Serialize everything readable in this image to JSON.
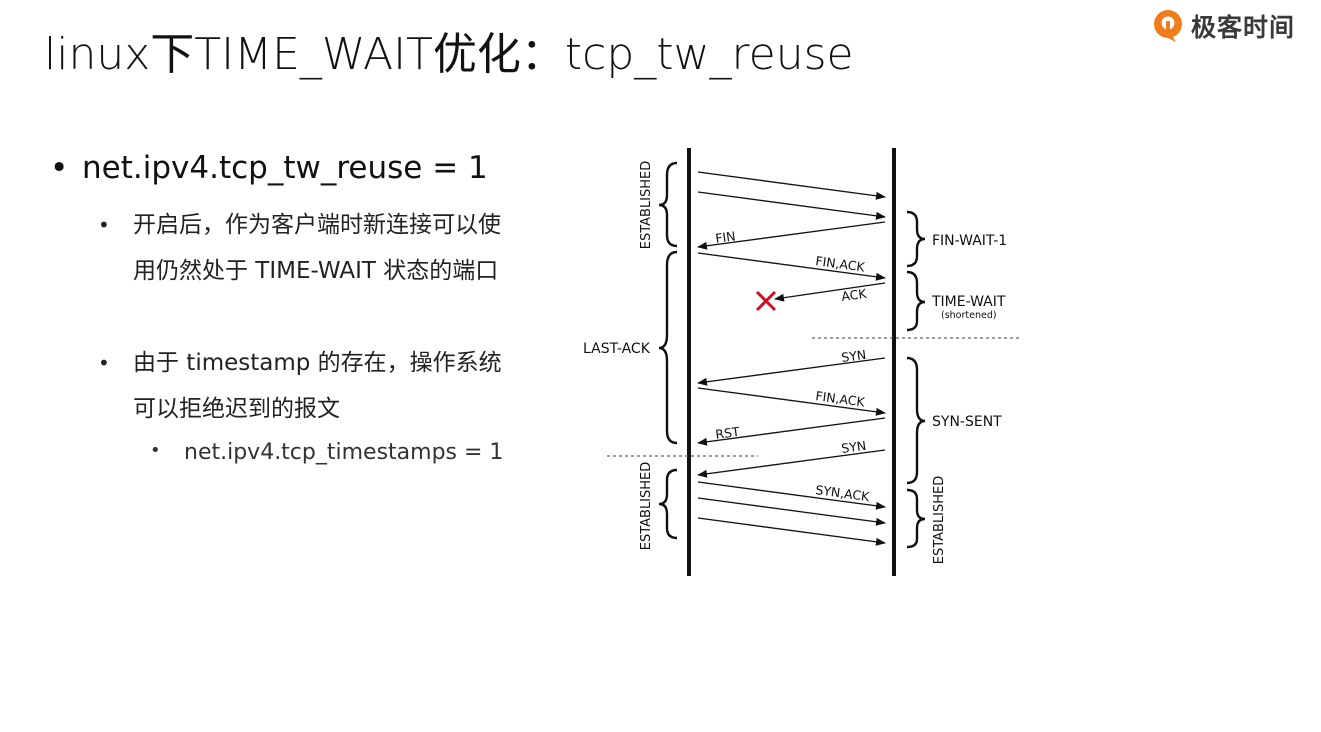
{
  "slide": {
    "title": "linux下TIME_WAIT优化：tcp_tw_reuse",
    "logo_text": "极客时间",
    "brand_color": "#F07D1A"
  },
  "bullets": {
    "main": "net.ipv4.tcp_tw_reuse = 1",
    "sub1": "开启后，作为客户端时新连接可以使用仍然处于 TIME-WAIT 状态的端口",
    "sub2": "由于 timestamp 的存在，操作系统可以拒绝迟到的报文",
    "sub2_child": "net.ipv4.tcp_timestamps = 1"
  },
  "diagram": {
    "left_states": {
      "established_top": "ESTABLISHED",
      "last_ack": "LAST-ACK",
      "established_bottom": "ESTABLISHED"
    },
    "right_states": {
      "fin_wait_1": "FIN-WAIT-1",
      "time_wait": "TIME-WAIT",
      "time_wait_note": "(shortened)",
      "syn_sent": "SYN-SENT",
      "established": "ESTABLISHED"
    },
    "messages": {
      "fin": "FIN",
      "fin_ack_1": "FIN,ACK",
      "ack": "ACK",
      "syn_1": "SYN",
      "fin_ack_2": "FIN,ACK",
      "rst": "RST",
      "syn_2": "SYN",
      "syn_ack": "SYN,ACK"
    },
    "lost_marker_color": "#CC1122"
  }
}
